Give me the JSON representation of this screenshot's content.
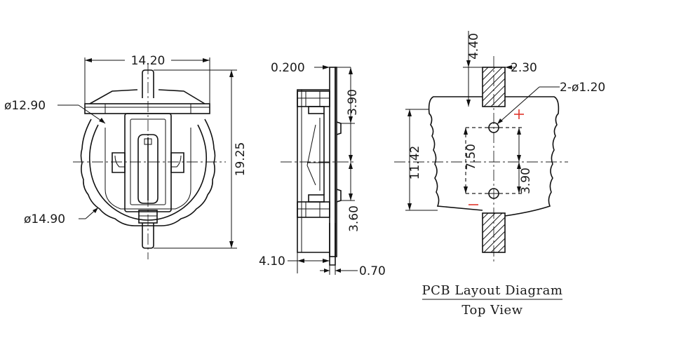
{
  "front_view": {
    "width_dim": "14.20",
    "height_dim": "19.25",
    "inner_dia": "ø12.90",
    "outer_dia": "ø14.90"
  },
  "side_view": {
    "top_offset": "0.200",
    "upper_dim": "3.90",
    "lower_dim": "3.60",
    "depth_dim": "4.10",
    "thickness_dim": "0.70"
  },
  "pcb_view": {
    "pad_height": "4.40",
    "pad_width": "2.30",
    "holes": "2-ø1.20",
    "outline_height": "11.42",
    "hole_spacing": "7.50",
    "hole_offset": "3.90",
    "title": "PCB Layout Diagram",
    "subtitle": "Top View"
  },
  "colors": {
    "polarity": "#e0342a",
    "line": "#111111"
  }
}
